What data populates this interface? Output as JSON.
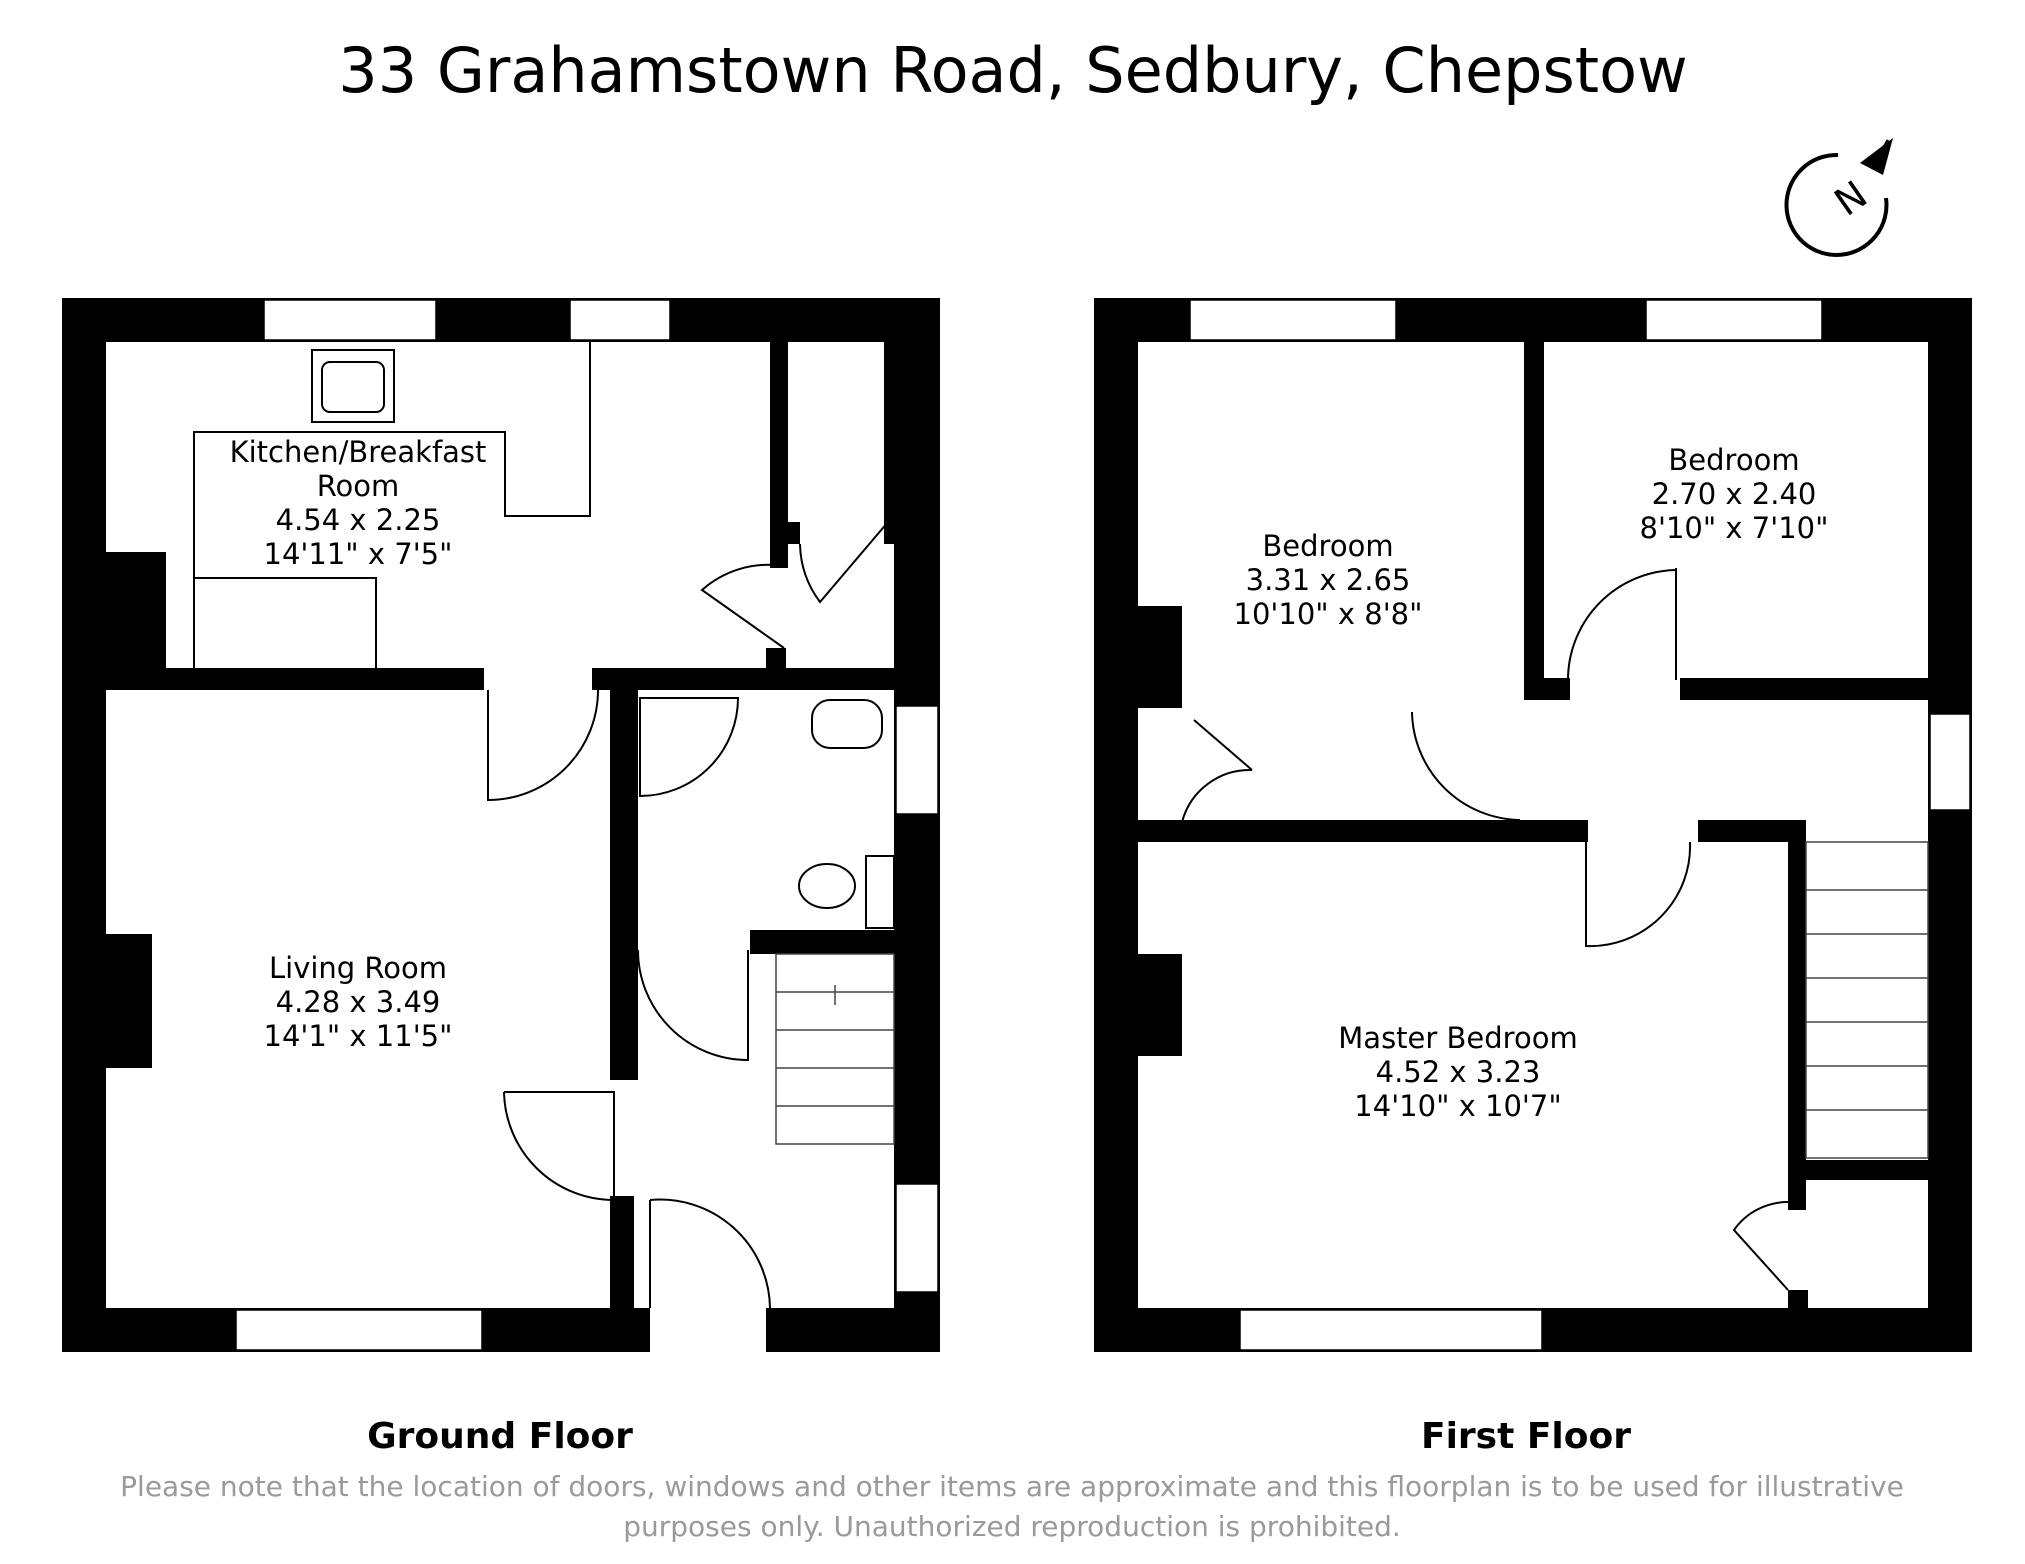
{
  "title": "33 Grahamstown Road, Sedbury, Chepstow",
  "compass": {
    "label": "N",
    "icon": "north-arrow-icon"
  },
  "ground_floor": {
    "label": "Ground Floor",
    "rooms": [
      {
        "name": "Kitchen/Breakfast",
        "name2": "Room",
        "metric": "4.54 x 2.25",
        "imperial": "14'11\" x 7'5\""
      },
      {
        "name": "Living Room",
        "metric": "4.28 x 3.49",
        "imperial": "14'1\" x 11'5\""
      }
    ]
  },
  "first_floor": {
    "label": "First Floor",
    "rooms": [
      {
        "name": "Bedroom",
        "metric": "3.31 x 2.65",
        "imperial": "10'10\" x 8'8\""
      },
      {
        "name": "Bedroom",
        "metric": "2.70 x 2.40",
        "imperial": "8'10\" x 7'10\""
      },
      {
        "name": "Master Bedroom",
        "metric": "4.52 x 3.23",
        "imperial": "14'10\" x 10'7\""
      }
    ]
  },
  "disclaimer": {
    "line1": "Please note that the location of doors, windows and other items are approximate and this floorplan is to be used for illustrative",
    "line2": "purposes only. Unauthorized reproduction is prohibited."
  },
  "colors": {
    "wall": "#000000",
    "disclaimer": "#9a9a9a"
  }
}
